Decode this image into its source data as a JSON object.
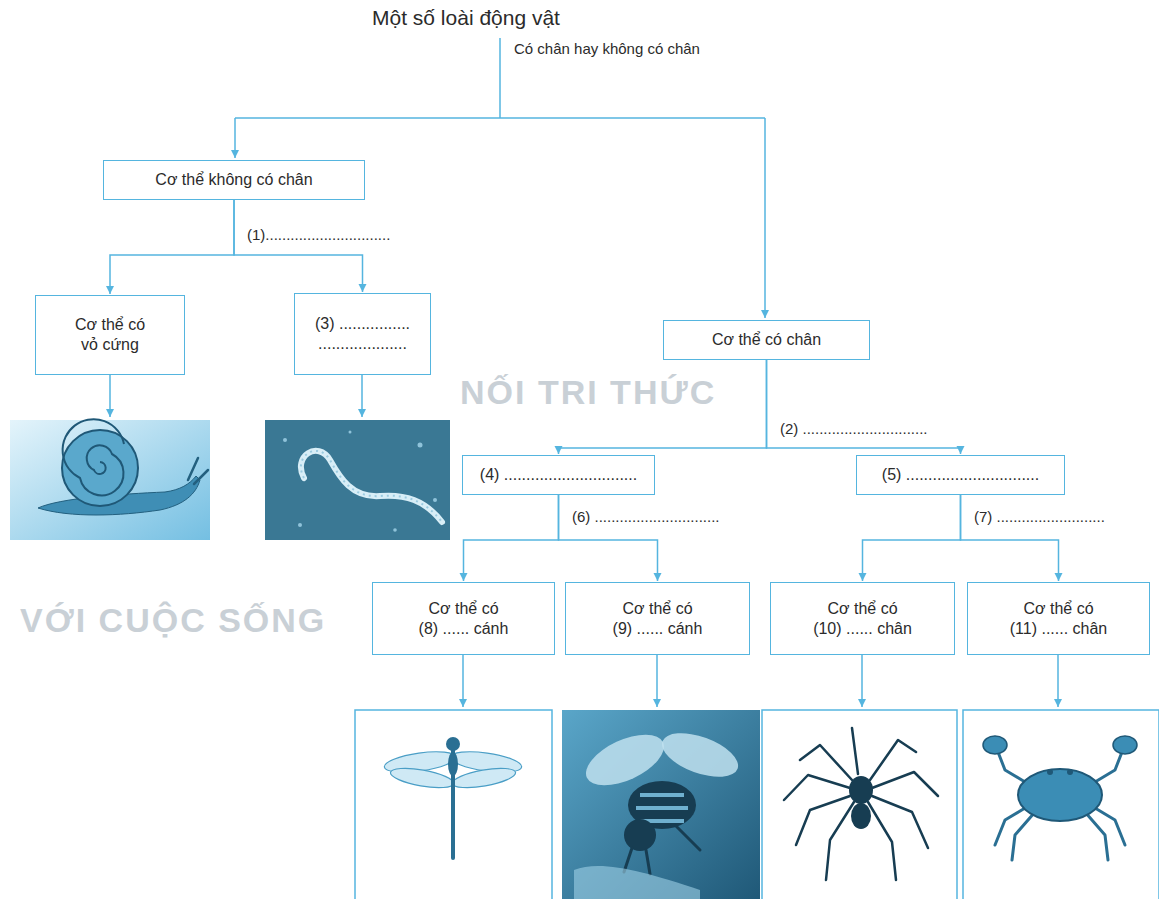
{
  "diagram": {
    "title": "Một số loài động vật",
    "nodes": [
      {
        "text": [
          "Cơ thể không có chân"
        ]
      },
      {
        "text": [
          "Cơ thể có vỏ cứng"
        ]
      },
      {
        "text": [
          "(3) ................ ...................."
        ]
      },
      {
        "text": [
          "Cơ thể có chân"
        ]
      },
      {
        "text": [
          "(4) .............................."
        ]
      },
      {
        "text": [
          "(5) .............................."
        ]
      },
      {
        "text": [
          "Cơ thể có (8) ...... cánh"
        ]
      },
      {
        "text": [
          "Cơ thể có (9) ...... cánh"
        ]
      },
      {
        "text": [
          "Cơ thể có (10) ...... chân"
        ]
      },
      {
        "text": [
          "Cơ thể có (11) ...... chân"
        ]
      }
    ],
    "edges": [
      {
        "from": 0,
        "to": 1,
        "arrow": "to"
      },
      {
        "from": 0,
        "to": 2,
        "arrow": "to"
      },
      {
        "from": 3,
        "to": 4,
        "arrow": "to"
      },
      {
        "from": 3,
        "to": 5,
        "arrow": "to"
      },
      {
        "from": 4,
        "to": 6,
        "arrow": "to"
      },
      {
        "from": 4,
        "to": 7,
        "arrow": "to"
      },
      {
        "from": 5,
        "to": 8,
        "arrow": "to"
      },
      {
        "from": 5,
        "to": 9,
        "arrow": "to"
      }
    ],
    "labels": [
      "Có chân hay không có chân",
      "(1)..............................",
      "(2) ..............................",
      "(6) ..............................",
      "(7) ..........................",
      "NỐI TRI THỨC",
      "VỚI CUỘC SỐNG"
    ]
  }
}
